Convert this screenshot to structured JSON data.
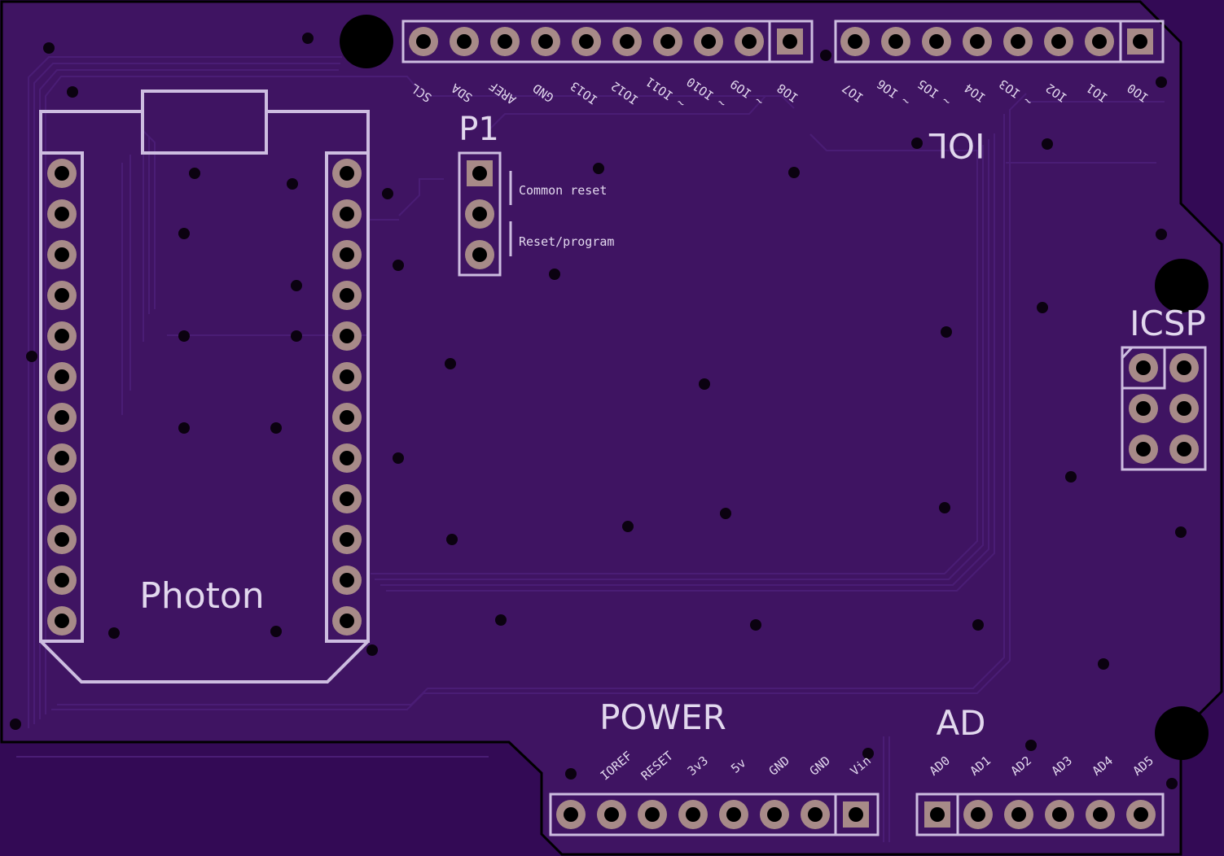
{
  "board": {
    "colors": {
      "background": "#330a55",
      "board": "#3f1462",
      "edge": "#000000",
      "silkscreen": "#cdbde0",
      "pad": "#a78a88",
      "drill": "#000000"
    }
  },
  "photon": {
    "label": "Photon",
    "left_pin_count": 12,
    "right_pin_count": 12
  },
  "p1": {
    "label": "P1",
    "note1": "Common reset",
    "note2": "Reset/program",
    "pin_count": 3
  },
  "top_header_left": {
    "labels": [
      "SCL",
      "SDA",
      "AREF",
      "GND",
      "IO13",
      "IO12",
      "~ IO11",
      "~ IO10",
      "~ IO9",
      "IO8"
    ]
  },
  "top_header_right": {
    "label": "IOL",
    "labels": [
      "IO7",
      "~ IO6",
      "~ IO5",
      "IO4",
      "~ IO3",
      "IO2",
      "IO1",
      "IO0"
    ]
  },
  "icsp": {
    "label": "ICSP",
    "pin_count": 6
  },
  "power": {
    "label": "POWER",
    "labels": [
      "IOREF",
      "RESET",
      "3v3",
      "5v",
      "GND",
      "GND",
      "Vin"
    ]
  },
  "ad": {
    "label": "AD",
    "labels": [
      "AD0",
      "AD1",
      "AD2",
      "AD3",
      "AD4",
      "AD5"
    ]
  }
}
